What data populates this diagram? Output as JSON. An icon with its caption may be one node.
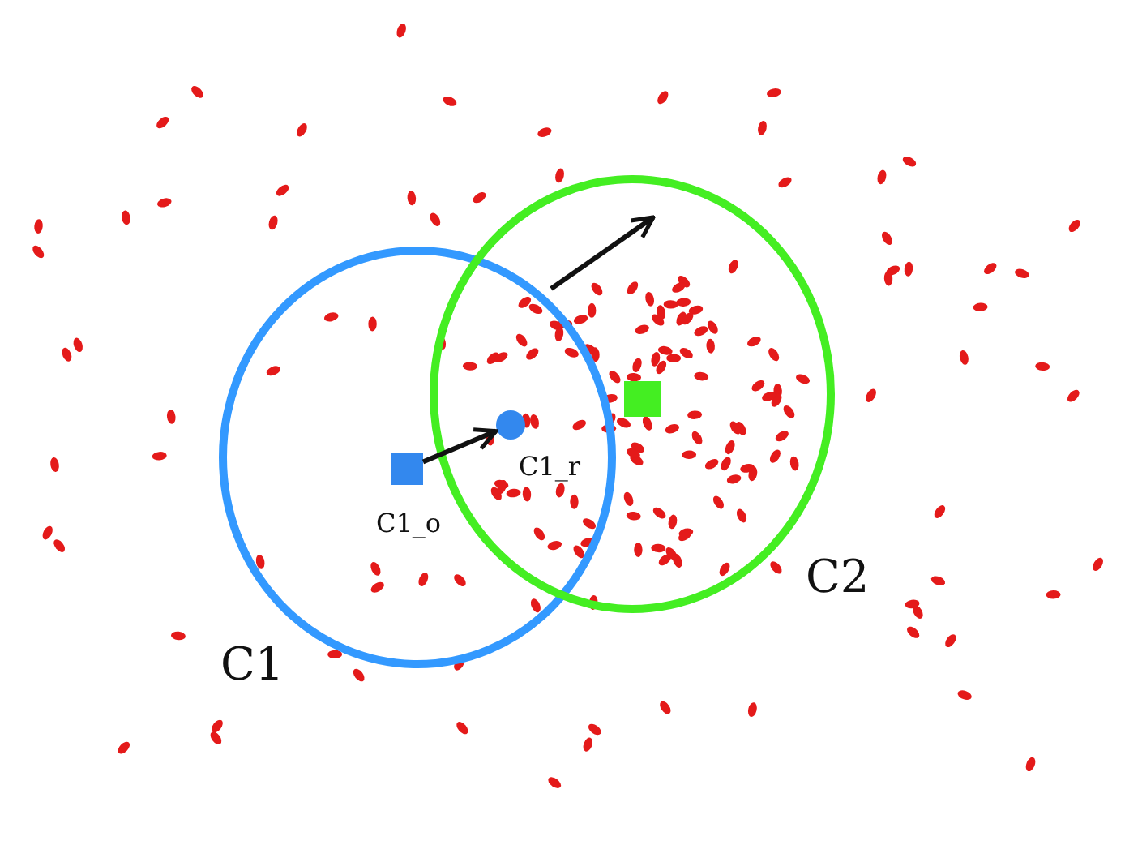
{
  "diagram": {
    "nodes": [
      {
        "text": [],
        "shape": "circle",
        "beside": [
          "C1"
        ]
      },
      {
        "text": [],
        "shape": "circle",
        "beside": [
          "C2"
        ]
      },
      {
        "text": [],
        "shape": "box",
        "in": 0
      },
      {
        "text": [],
        "shape": "circle"
      },
      {
        "text": [],
        "shape": "box",
        "in": 1
      }
    ],
    "edges": [
      {
        "from": 2,
        "to": 3,
        "arrow": "to"
      }
    ],
    "labels": [
      "C1_o",
      "C1_r"
    ]
  }
}
